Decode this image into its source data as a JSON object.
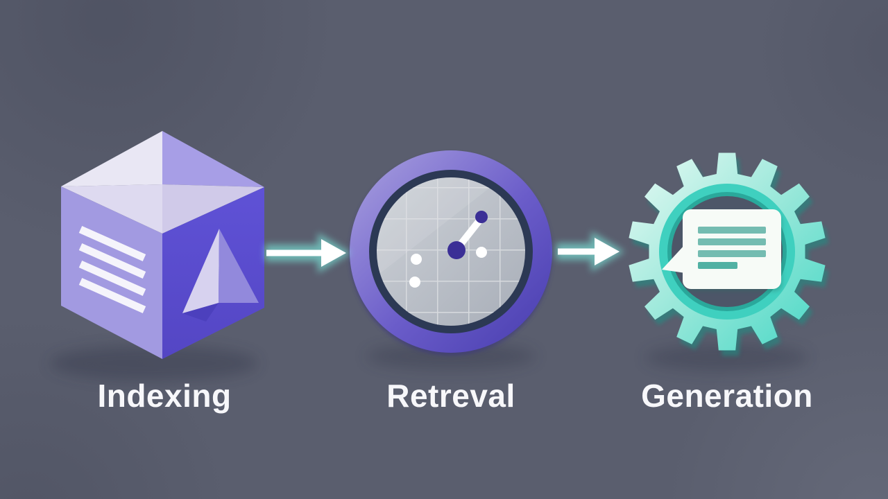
{
  "diagram": {
    "type": "pipeline-flow",
    "stages": [
      {
        "label": "Indexing",
        "icon": "cube-document-icon",
        "accent": "#5a4dce"
      },
      {
        "label": "Retreval",
        "icon": "radar-scatter-icon",
        "accent": "#4f43b8"
      },
      {
        "label": "Generation",
        "icon": "gear-chat-icon",
        "accent": "#46d7c5"
      }
    ],
    "arrows": [
      {
        "name": "flow-arrow-1",
        "from": "Indexing",
        "to": "Retreval",
        "color": "#7df2e2"
      },
      {
        "name": "flow-arrow-2",
        "from": "Retreval",
        "to": "Generation",
        "color": "#7df2e2"
      }
    ],
    "colors": {
      "background": "#5a5e6e",
      "label_text": "#f7f7fa",
      "cube_top_light": "#e9e7f4",
      "cube_top_mid": "#a79ee6",
      "cube_left_face": "#a29ae1",
      "cube_right_face": "#5a4dce",
      "cube_stripes": "#f5f4fb",
      "radar_ring_light": "#aaa1de",
      "radar_ring_dark": "#473cae",
      "radar_navy_ring": "#2c3954",
      "radar_disc": "#bcc1c9",
      "radar_dot_purple": "#3b2f96",
      "gear_light": "#e6faf4",
      "gear_teal": "#46d7c5",
      "gear_hole": "#4d5668",
      "chat_bubble": "#f7fbf7",
      "chat_lines": "#74bcb1",
      "arrow_core": "#ffffff",
      "arrow_glow": "#7df2e2"
    }
  }
}
